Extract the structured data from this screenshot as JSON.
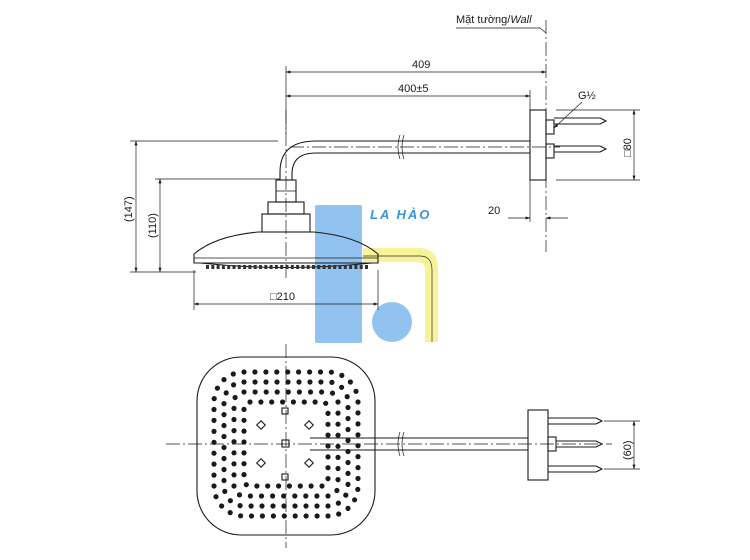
{
  "title": "",
  "labels": {
    "wall_prefix": "Mặt tường/",
    "wall_suffix": "Wall",
    "thread": "G½",
    "square_symbol": "□"
  },
  "dimensions": {
    "total_length": "409",
    "arm_length": "400±5",
    "flange_height": "80",
    "overall_height": "(147)",
    "head_height": "(110)",
    "flange_depth": "20",
    "head_width": "210",
    "mount_spacing": "(60)"
  },
  "watermark": {
    "text": "LA HÀO",
    "colors": {
      "blue": "#4a9be6",
      "yellow": "#f4ef7a"
    }
  }
}
